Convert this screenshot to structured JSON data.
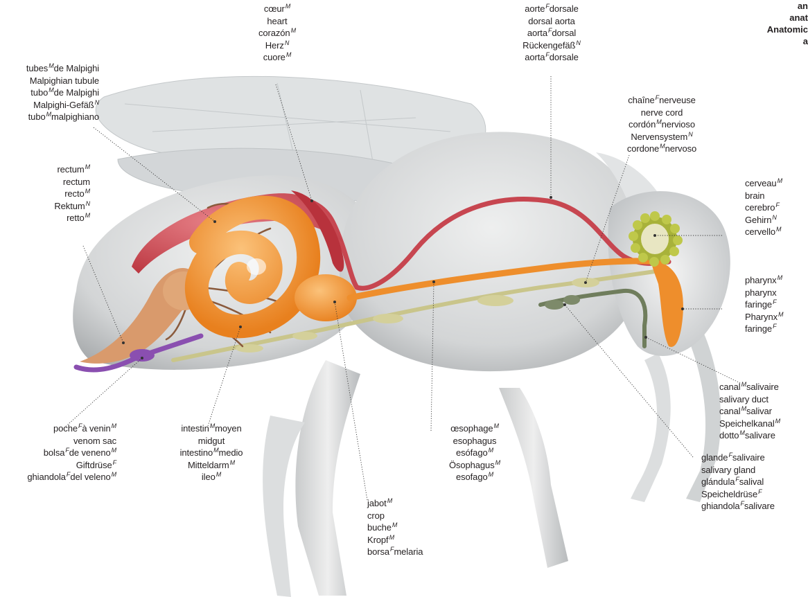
{
  "title_lines": [
    "an",
    "anat",
    "Anatomic",
    "a"
  ],
  "labels": {
    "heart": [
      {
        "w": "cœur",
        "g": "M"
      },
      {
        "w": "heart",
        "g": ""
      },
      {
        "w": "corazón",
        "g": "M"
      },
      {
        "w": "Herz",
        "g": "N"
      },
      {
        "w": "cuore",
        "g": "M"
      }
    ],
    "dorsal_aorta": [
      {
        "w": "aorte",
        "g": "F",
        "s": "dorsale"
      },
      {
        "w": "dorsal aorta",
        "g": ""
      },
      {
        "w": "aorta",
        "g": "F",
        "s": "dorsal"
      },
      {
        "w": "Rückengefäß",
        "g": "N"
      },
      {
        "w": "aorta",
        "g": "F",
        "s": "dorsale"
      }
    ],
    "malpighian_tubule": [
      {
        "w": "tubes",
        "g": "M",
        "s": "de Malpighi"
      },
      {
        "w": "Malpighian tubule",
        "g": ""
      },
      {
        "w": "tubo",
        "g": "M",
        "s": "de Malpighi"
      },
      {
        "w": "Malpighi-Gefäß",
        "g": "N"
      },
      {
        "w": "tubo",
        "g": "M",
        "s": "malpighiano"
      }
    ],
    "nerve_cord": [
      {
        "w": "chaîne",
        "g": "F",
        "s": "nerveuse"
      },
      {
        "w": "nerve cord",
        "g": ""
      },
      {
        "w": "cordón",
        "g": "M",
        "s": "nervioso"
      },
      {
        "w": "Nervensystem",
        "g": "N"
      },
      {
        "w": "cordone",
        "g": "M",
        "s": "nervoso"
      }
    ],
    "rectum": [
      {
        "w": "rectum",
        "g": "M"
      },
      {
        "w": "rectum",
        "g": ""
      },
      {
        "w": "recto",
        "g": "M"
      },
      {
        "w": "Rektum",
        "g": "N"
      },
      {
        "w": "retto",
        "g": "M"
      }
    ],
    "brain": [
      {
        "w": "cerveau",
        "g": "M"
      },
      {
        "w": "brain",
        "g": ""
      },
      {
        "w": "cerebro",
        "g": "F"
      },
      {
        "w": "Gehirn",
        "g": "N"
      },
      {
        "w": "cervello",
        "g": "M"
      }
    ],
    "pharynx": [
      {
        "w": "pharynx",
        "g": "M"
      },
      {
        "w": "pharynx",
        "g": ""
      },
      {
        "w": "faringe",
        "g": "F"
      },
      {
        "w": "Pharynx",
        "g": "M"
      },
      {
        "w": "faringe",
        "g": "F"
      }
    ],
    "venom_sac": [
      {
        "w": "poche",
        "g": "F",
        "s": "à venin",
        "g2": "M"
      },
      {
        "w": "venom sac",
        "g": ""
      },
      {
        "w": "bolsa",
        "g": "F",
        "s": "de veneno",
        "g2": "M"
      },
      {
        "w": "Giftdrüse",
        "g": "F"
      },
      {
        "w": "ghiandola",
        "g": "F",
        "s": "del veleno",
        "g2": "M"
      }
    ],
    "midgut": [
      {
        "w": "intestin",
        "g": "M",
        "s": "moyen"
      },
      {
        "w": "midgut",
        "g": ""
      },
      {
        "w": "intestino",
        "g": "M",
        "s": "medio"
      },
      {
        "w": "Mitteldarm",
        "g": "M"
      },
      {
        "w": "ileo",
        "g": "M"
      }
    ],
    "esophagus": [
      {
        "w": "œsophage",
        "g": "M"
      },
      {
        "w": "esophagus",
        "g": ""
      },
      {
        "w": "esófago",
        "g": "M"
      },
      {
        "w": "Ösophagus",
        "g": "M"
      },
      {
        "w": "esofago",
        "g": "M"
      }
    ],
    "salivary_duct": [
      {
        "w": "canal",
        "g": "M",
        "s": "salivaire"
      },
      {
        "w": "salivary duct",
        "g": ""
      },
      {
        "w": "canal",
        "g": "M",
        "s": "salivar"
      },
      {
        "w": "Speichelkanal",
        "g": "M"
      },
      {
        "w": "dotto",
        "g": "M",
        "s": "salivare"
      }
    ],
    "crop": [
      {
        "w": "jabot",
        "g": "M"
      },
      {
        "w": "crop",
        "g": ""
      },
      {
        "w": "buche",
        "g": "M"
      },
      {
        "w": "Kropf",
        "g": "M"
      },
      {
        "w": "borsa",
        "g": "F",
        "s": "melaria"
      }
    ],
    "salivary_gland": [
      {
        "w": "glande",
        "g": "F",
        "s": "salivaire"
      },
      {
        "w": "salivary gland",
        "g": ""
      },
      {
        "w": "glándula",
        "g": "F",
        "s": "salival"
      },
      {
        "w": "Speicheldrüse",
        "g": "F"
      },
      {
        "w": "ghiandola",
        "g": "F",
        "s": "salivare"
      }
    ]
  },
  "colors": {
    "body_gray": "#c9cbcc",
    "wing": "#d9dcde",
    "heart_red": "#c8464f",
    "digestive_orange": "#f0922e",
    "rectum_tan": "#d99a6c",
    "venom_purple": "#8a4fb0",
    "nerve_olive": "#cbc78a",
    "brain_green": "#a8b23a",
    "gland_green": "#7d8a6a",
    "tubule_brown": "#8a5a3c"
  }
}
